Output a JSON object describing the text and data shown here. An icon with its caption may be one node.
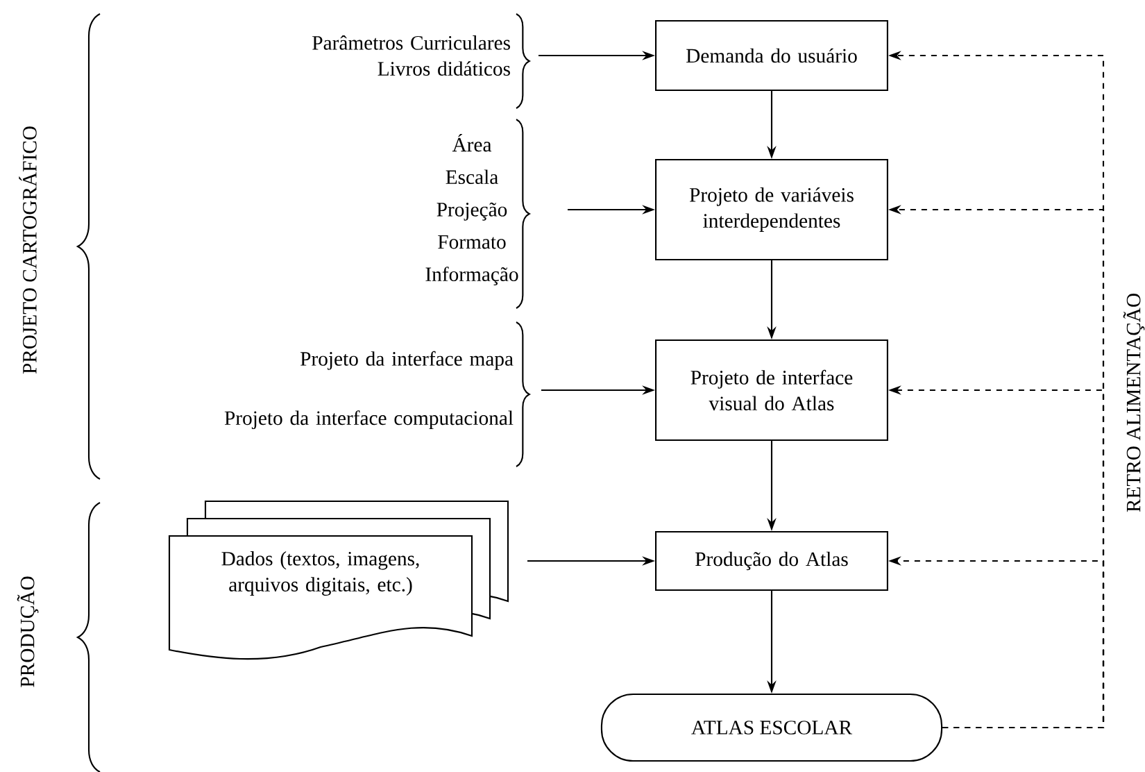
{
  "diagram": {
    "nodes": [
      {
        "text": [
          "Parâmetros Curriculares Livros didáticos"
        ]
      },
      {
        "text": [
          "Demanda do usuário"
        ]
      },
      {
        "text": [
          "Área Escala Projeção Formato Informação"
        ]
      },
      {
        "text": [
          "Projeto de variáveis interdependentes"
        ]
      },
      {
        "text": [
          "Projeto da interface mapa",
          "Projeto da interface computacional"
        ]
      },
      {
        "text": [
          "Projeto de interface visual do Atlas"
        ]
      },
      {
        "text": [
          "Dados (textos, imagens, arquivos digitais, etc.)"
        ]
      },
      {
        "text": [
          "Produção do Atlas"
        ]
      },
      {
        "text": [
          "ATLAS ESCOLAR"
        ]
      }
    ],
    "edges": [
      {
        "from": 0,
        "to": 1,
        "arrow": "to"
      },
      {
        "from": 1,
        "to": 3,
        "arrow": "to"
      },
      {
        "from": 2,
        "to": 3,
        "arrow": "to"
      },
      {
        "from": 3,
        "to": 5,
        "arrow": "to"
      },
      {
        "from": 4,
        "to": 5,
        "arrow": "to"
      },
      {
        "from": 5,
        "to": 7,
        "arrow": "to"
      },
      {
        "from": 6,
        "to": 7,
        "arrow": "to"
      },
      {
        "from": 7,
        "to": 8,
        "arrow": "to"
      },
      {
        "from": 8,
        "to": 1,
        "arrow": "to",
        "style": "dashed"
      },
      {
        "from": 8,
        "to": 3,
        "arrow": "to",
        "style": "dashed"
      },
      {
        "from": 8,
        "to": 5,
        "arrow": "to",
        "style": "dashed"
      },
      {
        "from": 8,
        "to": 7,
        "arrow": "to",
        "style": "dashed"
      }
    ],
    "labels": [
      "PROJETO CARTOGRÁFICO",
      "PRODUÇÃO",
      "RETRO ALIMENTAÇÃO"
    ]
  }
}
